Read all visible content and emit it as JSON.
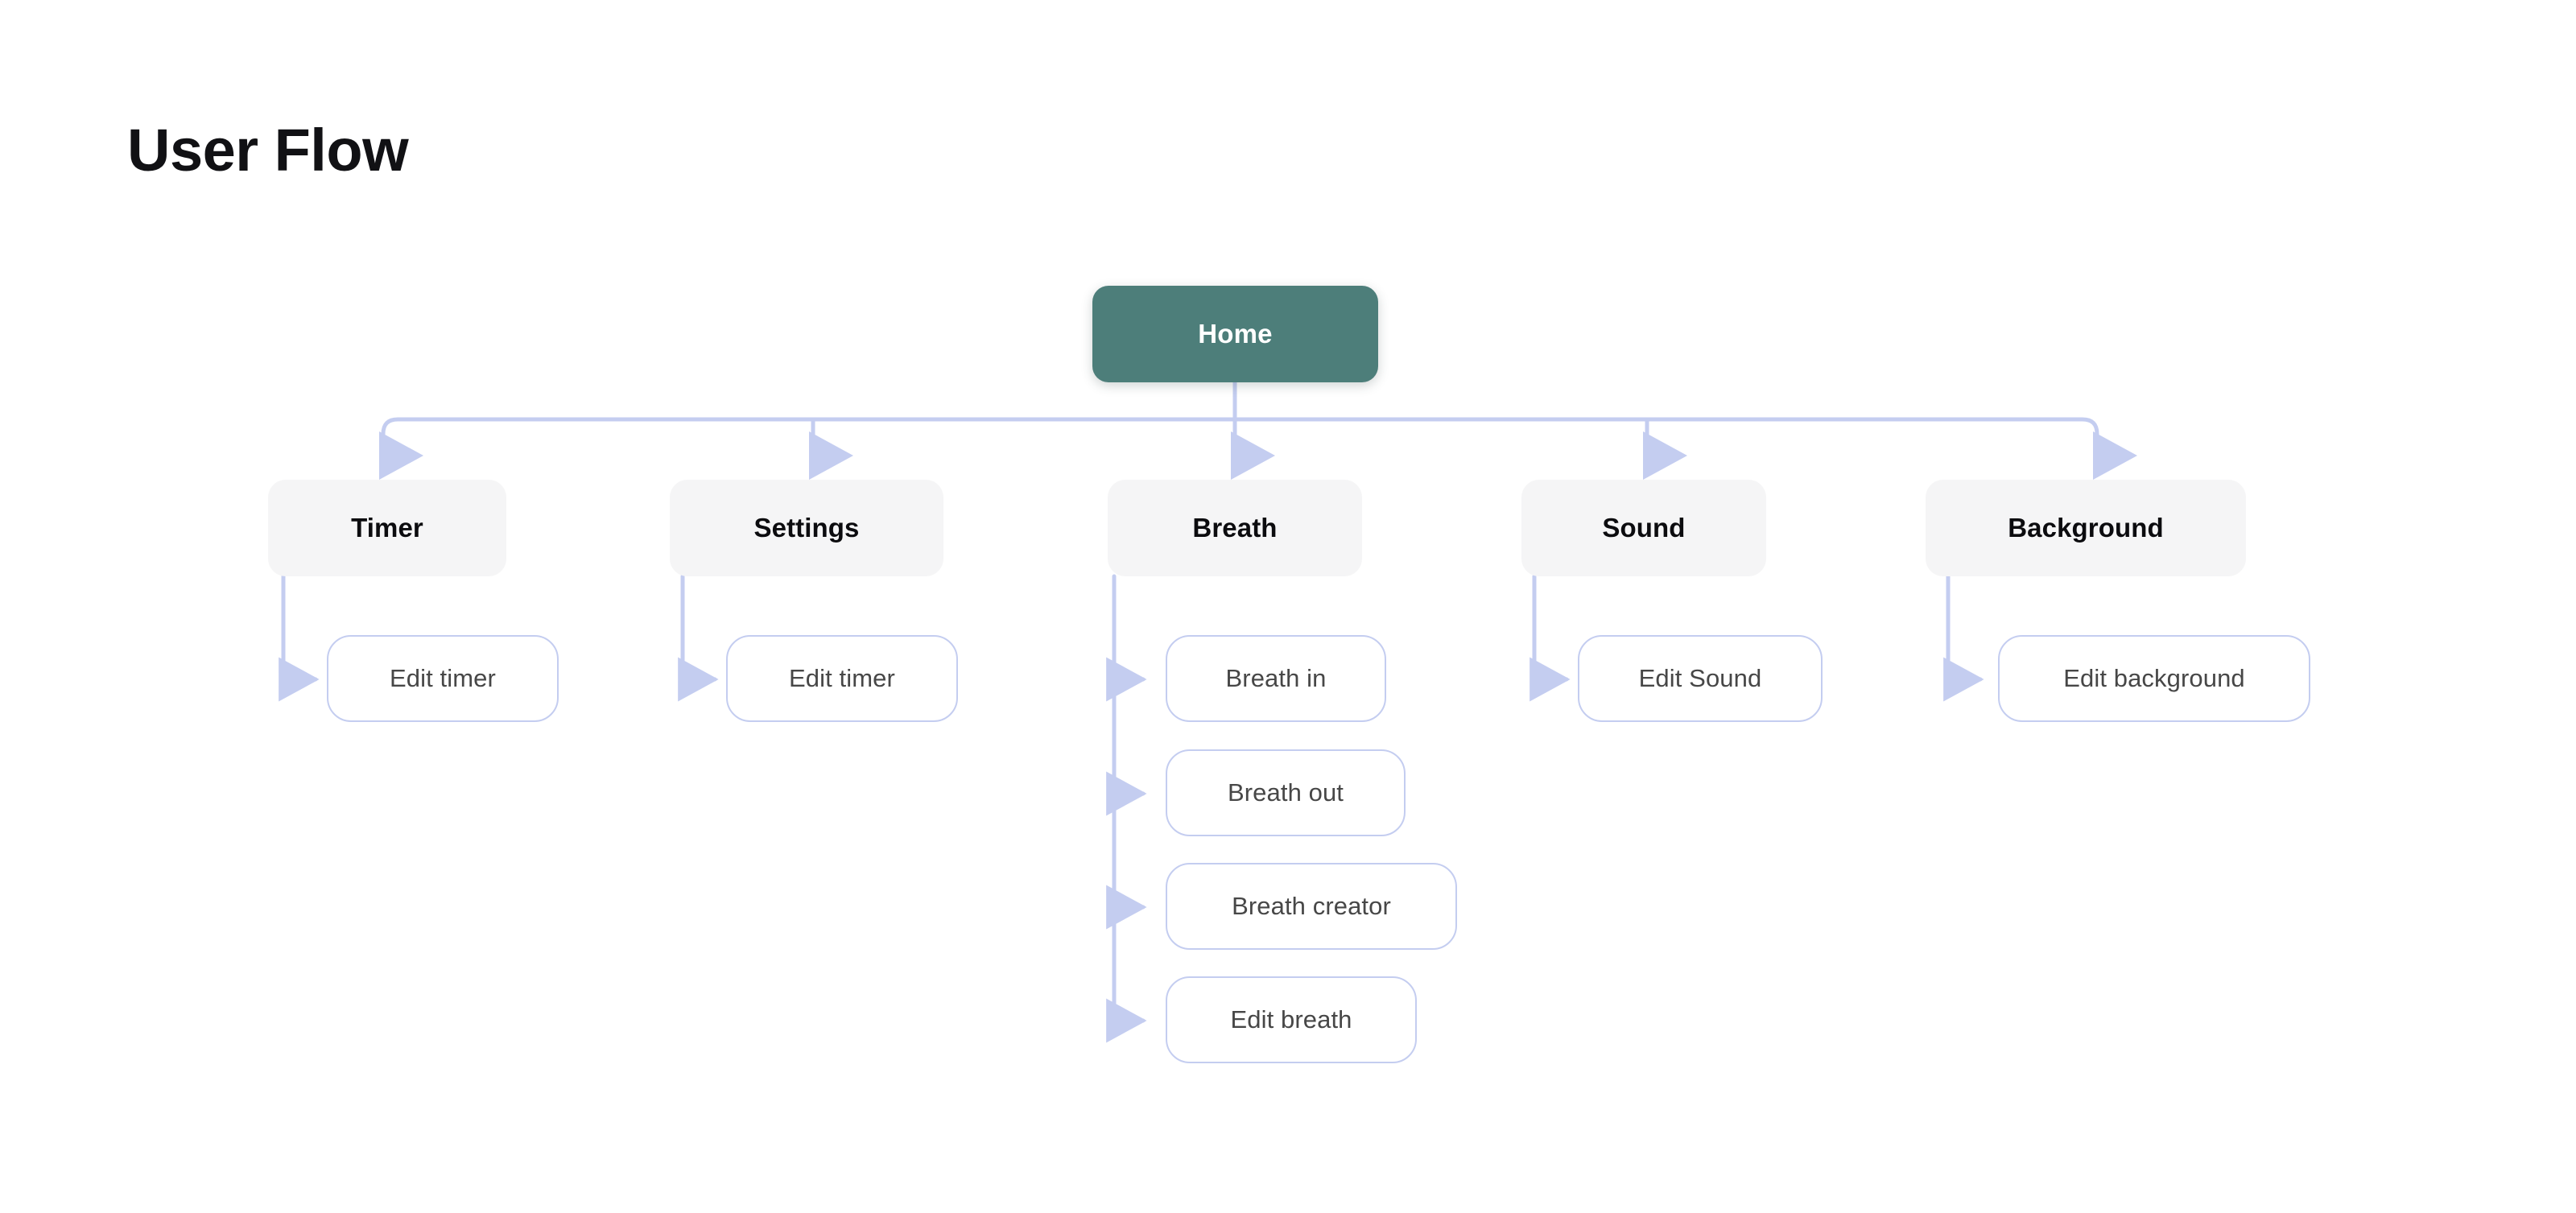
{
  "page": {
    "title": "User Flow",
    "background_color": "#ffffff"
  },
  "theme": {
    "root_node_fill": "#4d7e7a",
    "root_node_text": "#ffffff",
    "section_node_fill": "#f5f5f6",
    "section_node_text": "#0c0c0f",
    "leaf_node_fill": "#ffffff",
    "leaf_node_border": "#c4cdf0",
    "leaf_node_text": "#474747",
    "connector_color": "#c4cdf0",
    "title_color": "#111114"
  },
  "diagram": {
    "type": "flowchart-tree",
    "orientation": "top-down",
    "root": {
      "label": "Home",
      "level": 0
    },
    "sections": [
      {
        "id": "timer",
        "label": "Timer",
        "level": 1,
        "children": [
          {
            "id": "edit-timer",
            "label": "Edit timer",
            "level": 2
          }
        ]
      },
      {
        "id": "settings",
        "label": "Settings",
        "level": 1,
        "children": [
          {
            "id": "settings-edit-timer",
            "label": "Edit timer",
            "level": 2
          }
        ]
      },
      {
        "id": "breath",
        "label": "Breath",
        "level": 1,
        "children": [
          {
            "id": "breath-in",
            "label": "Breath in",
            "level": 2
          },
          {
            "id": "breath-out",
            "label": "Breath out",
            "level": 2
          },
          {
            "id": "breath-creator",
            "label": "Breath creator",
            "level": 2
          },
          {
            "id": "edit-breath",
            "label": "Edit breath",
            "level": 2
          }
        ]
      },
      {
        "id": "sound",
        "label": "Sound",
        "level": 1,
        "children": [
          {
            "id": "edit-sound",
            "label": "Edit Sound",
            "level": 2
          }
        ]
      },
      {
        "id": "background",
        "label": "Background",
        "level": 1,
        "children": [
          {
            "id": "edit-background",
            "label": "Edit background",
            "level": 2
          }
        ]
      }
    ]
  }
}
